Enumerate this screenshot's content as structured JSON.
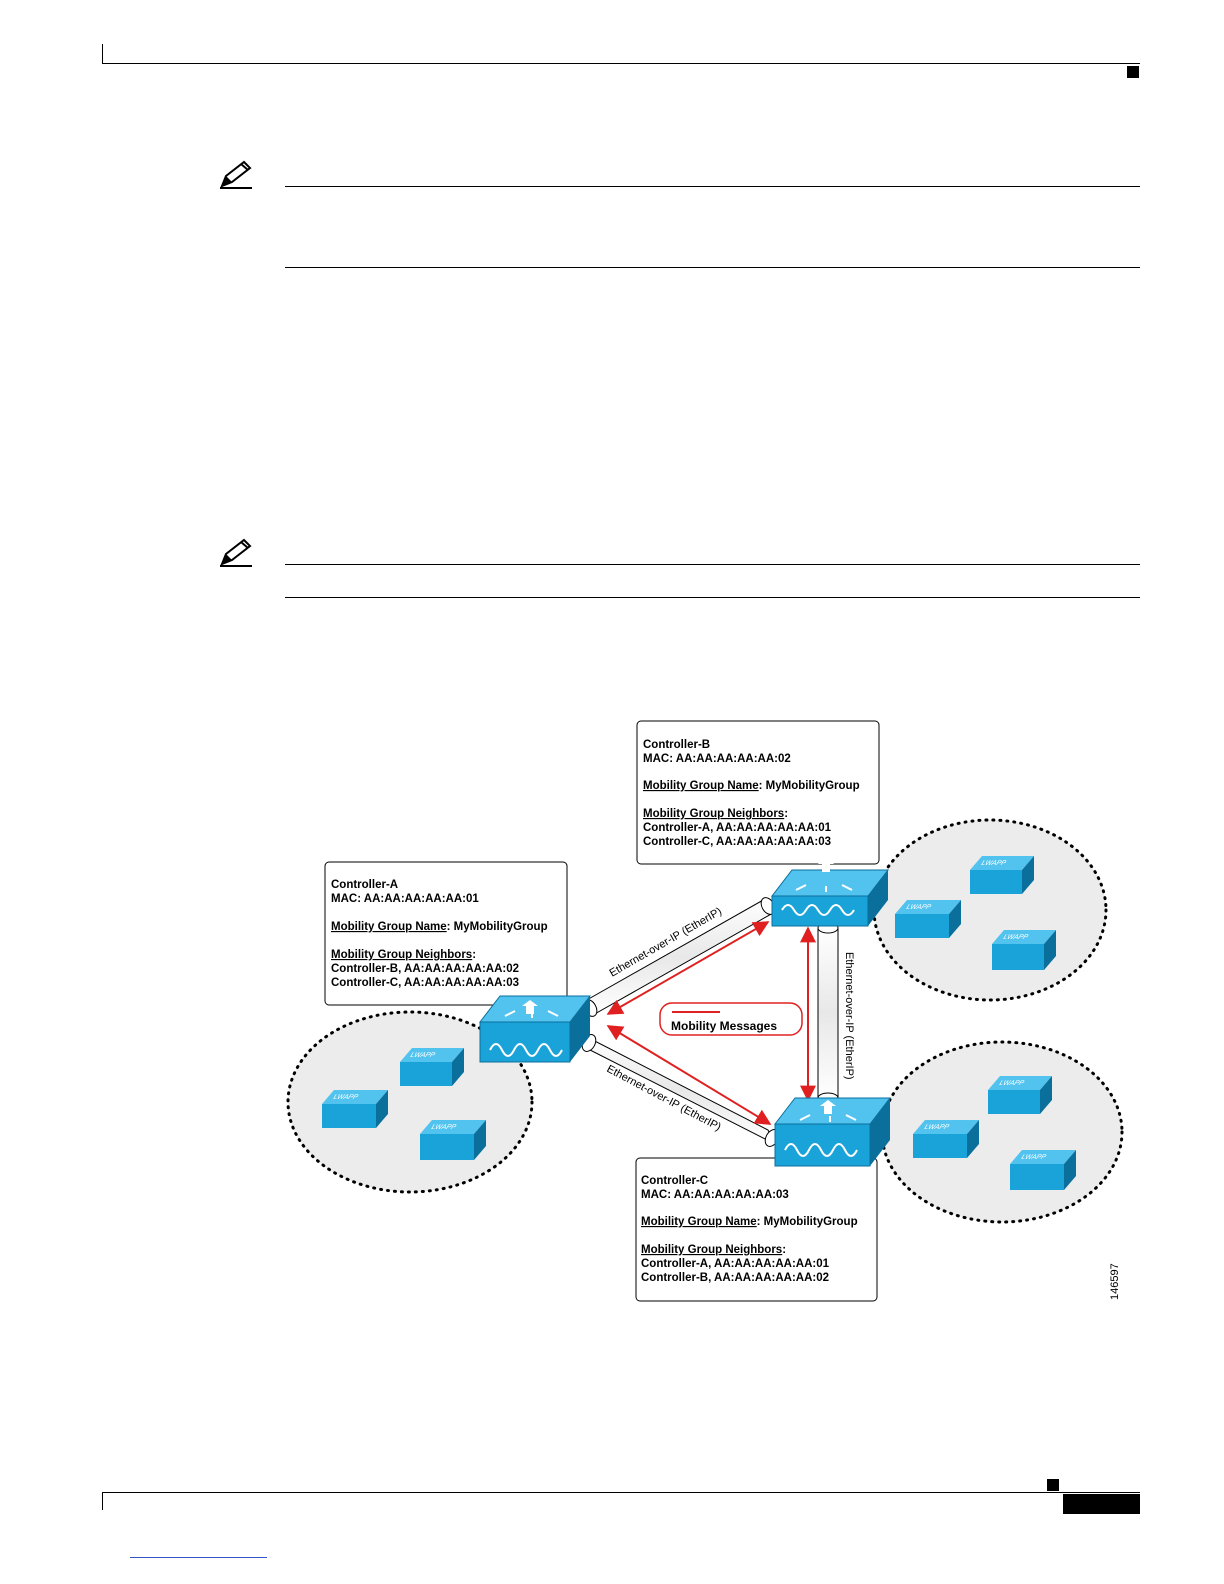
{
  "figure": {
    "id_label": "146597",
    "legend": {
      "label": "Mobility Messages"
    },
    "tunnel_label": "Ethernet-over-IP (EtherIP)",
    "controllers": [
      {
        "name": "Controller-A",
        "mac": "MAC: AA:AA:AA:AA:AA:01",
        "group_name_label": "Mobility Group Name",
        "group_name_value": ": MyMobilityGroup",
        "neighbors_label": "Mobility Group Neighbors",
        "neighbors_colon": ":",
        "neighbors": [
          "Controller-B, AA:AA:AA:AA:AA:02",
          "Controller-C, AA:AA:AA:AA:AA:03"
        ]
      },
      {
        "name": "Controller-B",
        "mac": "MAC: AA:AA:AA:AA:AA:02",
        "group_name_label": "Mobility Group Name",
        "group_name_value": ": MyMobilityGroup",
        "neighbors_label": "Mobility Group Neighbors",
        "neighbors_colon": ":",
        "neighbors": [
          "Controller-A, AA:AA:AA:AA:AA:01",
          "Controller-C, AA:AA:AA:AA:AA:03"
        ]
      },
      {
        "name": "Controller-C",
        "mac": "MAC: AA:AA:AA:AA:AA:03",
        "group_name_label": "Mobility Group Name",
        "group_name_value": ": MyMobilityGroup",
        "neighbors_label": "Mobility Group Neighbors",
        "neighbors_colon": ":",
        "neighbors": [
          "Controller-A, AA:AA:AA:AA:AA:01",
          "Controller-B, AA:AA:AA:AA:AA:02"
        ]
      }
    ],
    "ap_label": "LWAPP"
  },
  "colors": {
    "device_blue": "#1aa3d8",
    "device_dark": "#0b6f9c",
    "arrow_red": "#e02020",
    "cloud_fill": "#ececec"
  }
}
